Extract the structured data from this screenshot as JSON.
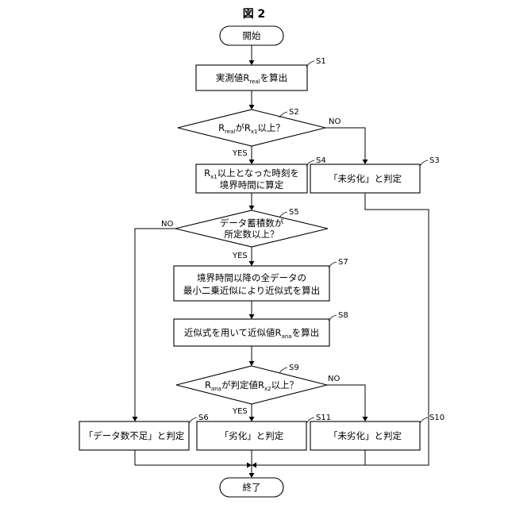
{
  "figure_title": "図 2",
  "nodes": {
    "start": "開始",
    "s1": {
      "pre": "実測値R",
      "sub": "real",
      "post": "を算出"
    },
    "s2": {
      "p1": "R",
      "s1": "real",
      "p2": "がR",
      "s2": "x1",
      "p3": "以上？"
    },
    "s3": "「未劣化」と判定",
    "s4": {
      "l1_pre": "R",
      "l1_sub": "x1",
      "l1_post": "以上となった時刻を",
      "l2": "境界時間に算定"
    },
    "s5": {
      "l1": "データ蓄積数が",
      "l2": "所定数以上？"
    },
    "s6": "「データ数不足」と判定",
    "s7": {
      "l1": "境界時間以降の全データの",
      "l2": "最小二乗近似により近似式を算出"
    },
    "s8": {
      "pre": "近似式を用いて近似値R",
      "sub": "ana",
      "post": "を算出"
    },
    "s9": {
      "p1": "R",
      "s1": "ana",
      "p2": "が判定値R",
      "s2": "x2",
      "p3": "以上？"
    },
    "s10": "「未劣化」と判定",
    "s11": "「劣化」と判定",
    "end": "終了"
  },
  "step_labels": {
    "s1": "S1",
    "s2": "S2",
    "s3": "S3",
    "s4": "S4",
    "s5": "S5",
    "s6": "S6",
    "s7": "S7",
    "s8": "S8",
    "s9": "S9",
    "s10": "S10",
    "s11": "S11"
  },
  "branch_labels": {
    "s2_no": "NO",
    "s2_yes": "YES",
    "s5_no": "NO",
    "s5_yes": "YES",
    "s9_no": "NO",
    "s9_yes": "YES"
  }
}
